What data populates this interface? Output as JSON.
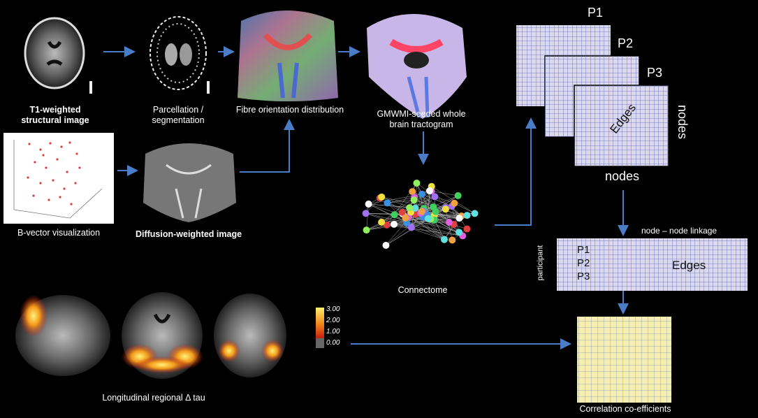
{
  "labels": {
    "t1": [
      "T1-weighted",
      "structural image"
    ],
    "parcellation": [
      "Parcellation /",
      "segmentation"
    ],
    "fod": "Fibre orientation distribution",
    "tractogram": [
      "GMWMI-seeded whole",
      "brain tractogram"
    ],
    "bvector": "B-vector visualization",
    "dwi": "Diffusion-weighted image",
    "connectome": "Connectome",
    "tau": "Longitudinal regional Δ tau",
    "correlation": "Correlation co-efficients"
  },
  "matrices": {
    "p1": "P1",
    "p2": "P2",
    "p3": "P3",
    "edges": "Edges",
    "nodes_right": "nodes",
    "nodes_bottom": "nodes",
    "linkage": "node – node linkage",
    "participant": "participant",
    "rows": [
      "P1",
      "P2",
      "P3"
    ],
    "row_edges": "Edges"
  },
  "colorbar": {
    "ticks": [
      "3.00",
      "2.00",
      "1.00",
      "0.00"
    ]
  },
  "colors": {
    "arrow": "#4a7cc8",
    "grid_line": "#5060b0",
    "grid_fill": "#dcd8ee",
    "corr_fill": "#f5eeb0",
    "corr_line": "#8090c0"
  }
}
